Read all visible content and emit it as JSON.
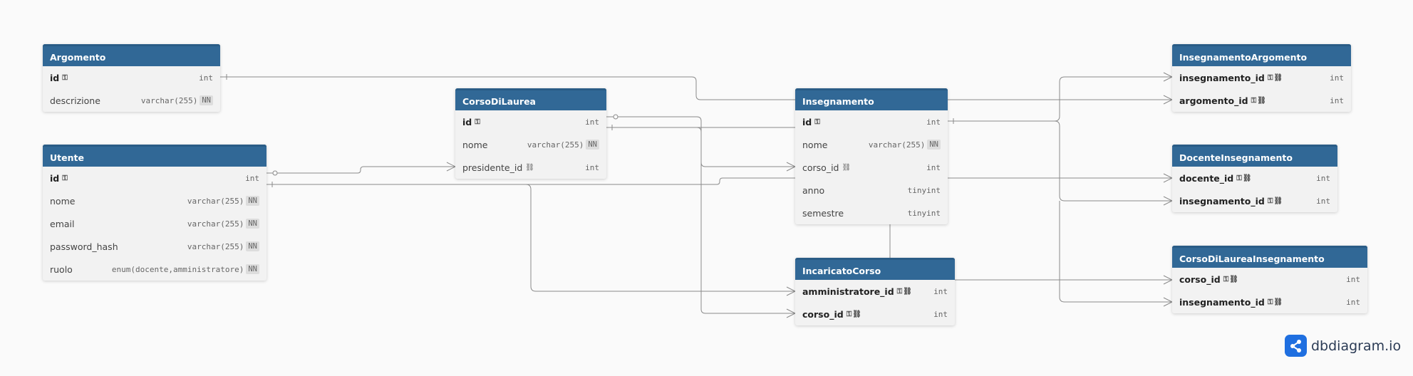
{
  "brand": {
    "name": "dbdiagram.io",
    "icon": "share-nodes-icon",
    "color": "#1f6fe0"
  },
  "colors": {
    "header": "#316896",
    "body": "#f2f2f2",
    "line": "#8a8a8a"
  },
  "tables": [
    {
      "id": "Argomento",
      "name": "Argomento",
      "fields": [
        {
          "name": "id",
          "type": "int",
          "pk": true,
          "icons": "key-icon"
        },
        {
          "name": "descrizione",
          "type": "varchar(255)",
          "nn": "NN"
        }
      ]
    },
    {
      "id": "Utente",
      "name": "Utente",
      "fields": [
        {
          "name": "id",
          "type": "int",
          "pk": true,
          "icons": "key-icon"
        },
        {
          "name": "nome",
          "type": "varchar(255)",
          "nn": "NN"
        },
        {
          "name": "email",
          "type": "varchar(255)",
          "nn": "NN"
        },
        {
          "name": "password_hash",
          "type": "varchar(255)",
          "nn": "NN"
        },
        {
          "name": "ruolo",
          "type": "enum(docente,amministratore)",
          "nn": "NN"
        }
      ]
    },
    {
      "id": "CorsoDiLaurea",
      "name": "CorsoDiLaurea",
      "fields": [
        {
          "name": "id",
          "type": "int",
          "pk": true,
          "icons": "key-icon"
        },
        {
          "name": "nome",
          "type": "varchar(255)",
          "nn": "NN"
        },
        {
          "name": "presidente_id",
          "type": "int",
          "icons": "link-icon"
        }
      ]
    },
    {
      "id": "Insegnamento",
      "name": "Insegnamento",
      "fields": [
        {
          "name": "id",
          "type": "int",
          "pk": true,
          "icons": "key-icon"
        },
        {
          "name": "nome",
          "type": "varchar(255)",
          "nn": "NN"
        },
        {
          "name": "corso_id",
          "type": "int",
          "icons": "link-icon"
        },
        {
          "name": "anno",
          "type": "tinyint"
        },
        {
          "name": "semestre",
          "type": "tinyint"
        }
      ]
    },
    {
      "id": "IncaricatoCorso",
      "name": "IncaricatoCorso",
      "fields": [
        {
          "name": "amministratore_id",
          "type": "int",
          "pk": true,
          "icons": "key-link-icon"
        },
        {
          "name": "corso_id",
          "type": "int",
          "pk": true,
          "icons": "key-link-icon"
        }
      ]
    },
    {
      "id": "InsegnamentoArgomento",
      "name": "InsegnamentoArgomento",
      "fields": [
        {
          "name": "insegnamento_id",
          "type": "int",
          "pk": true,
          "icons": "key-link-icon"
        },
        {
          "name": "argomento_id",
          "type": "int",
          "pk": true,
          "icons": "key-link-icon"
        }
      ]
    },
    {
      "id": "DocenteInsegnamento",
      "name": "DocenteInsegnamento",
      "fields": [
        {
          "name": "docente_id",
          "type": "int",
          "pk": true,
          "icons": "key-link-icon"
        },
        {
          "name": "insegnamento_id",
          "type": "int",
          "pk": true,
          "icons": "key-link-icon"
        }
      ]
    },
    {
      "id": "CorsoDiLaureaInsegnamento",
      "name": "CorsoDiLaureaInsegnamento",
      "fields": [
        {
          "name": "corso_id",
          "type": "int",
          "pk": true,
          "icons": "key-link-icon"
        },
        {
          "name": "insegnamento_id",
          "type": "int",
          "pk": true,
          "icons": "key-link-icon"
        }
      ]
    }
  ],
  "relationships": [
    {
      "from": "Argomento.id",
      "to": "InsegnamentoArgomento.argomento_id",
      "cardinality": "one-to-many"
    },
    {
      "from": "Utente.id",
      "to": "CorsoDiLaurea.presidente_id",
      "cardinality": "zero-or-one-to-many"
    },
    {
      "from": "Utente.id",
      "to": "DocenteInsegnamento.docente_id",
      "cardinality": "one-to-many"
    },
    {
      "from": "Utente.id",
      "to": "IncaricatoCorso.amministratore_id",
      "cardinality": "one-to-many"
    },
    {
      "from": "CorsoDiLaurea.id",
      "to": "Insegnamento.corso_id",
      "cardinality": "zero-or-one-to-many"
    },
    {
      "from": "CorsoDiLaurea.id",
      "to": "IncaricatoCorso.corso_id",
      "cardinality": "one-to-many"
    },
    {
      "from": "CorsoDiLaurea.id",
      "to": "CorsoDiLaureaInsegnamento.corso_id",
      "cardinality": "one-to-many"
    },
    {
      "from": "Insegnamento.id",
      "to": "InsegnamentoArgomento.insegnamento_id",
      "cardinality": "one-to-many"
    },
    {
      "from": "Insegnamento.id",
      "to": "DocenteInsegnamento.insegnamento_id",
      "cardinality": "one-to-many"
    },
    {
      "from": "Insegnamento.id",
      "to": "CorsoDiLaureaInsegnamento.insegnamento_id",
      "cardinality": "one-to-many"
    },
    {
      "from": "Insegnamento",
      "to": "IncaricatoCorso",
      "cardinality": "one-to-one"
    }
  ]
}
